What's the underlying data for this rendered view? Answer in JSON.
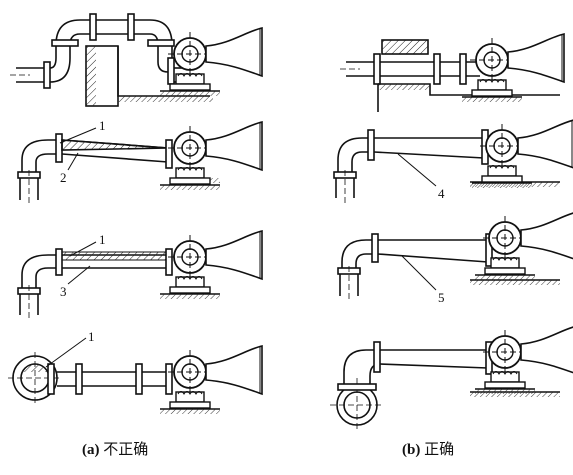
{
  "captions": {
    "left_marker": "(a)",
    "left_text": "不正确",
    "right_marker": "(b)",
    "right_text": "正确"
  },
  "labels": {
    "l1_a": "1",
    "l2": "2",
    "l1_b": "1",
    "l3": "3",
    "l1_c": "1",
    "l4": "4",
    "l5": "5"
  }
}
